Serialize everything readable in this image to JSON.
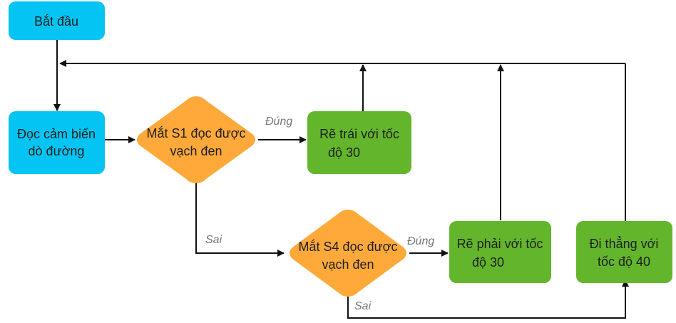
{
  "diagram": {
    "colors": {
      "start": "#03c4f2",
      "process": "#03c4f2",
      "decision": "#fea93a",
      "action": "#63b62b",
      "line": "#111111",
      "label": "#777777"
    },
    "nodes": {
      "start": {
        "line1": "Bắt đầu"
      },
      "read_sensor": {
        "line1": "Đọc cảm biến",
        "line2": "dò đường"
      },
      "decision_s1": {
        "line1": "Mắt S1 đọc được",
        "line2": "vạch đen"
      },
      "turn_left": {
        "line1": "Rẽ trái với tốc",
        "line2": "độ 30"
      },
      "decision_s4": {
        "line1": "Mắt S4 đọc được",
        "line2": "vạch đen"
      },
      "turn_right": {
        "line1": "Rẽ phải với tốc",
        "line2": "độ 30"
      },
      "go_straight": {
        "line1": "Đi thẳng với",
        "line2": "tốc độ 40"
      }
    },
    "edge_labels": {
      "s1_true": "Đúng",
      "s1_false": "Sai",
      "s4_true": "Đúng",
      "s4_false": "Sai"
    }
  }
}
